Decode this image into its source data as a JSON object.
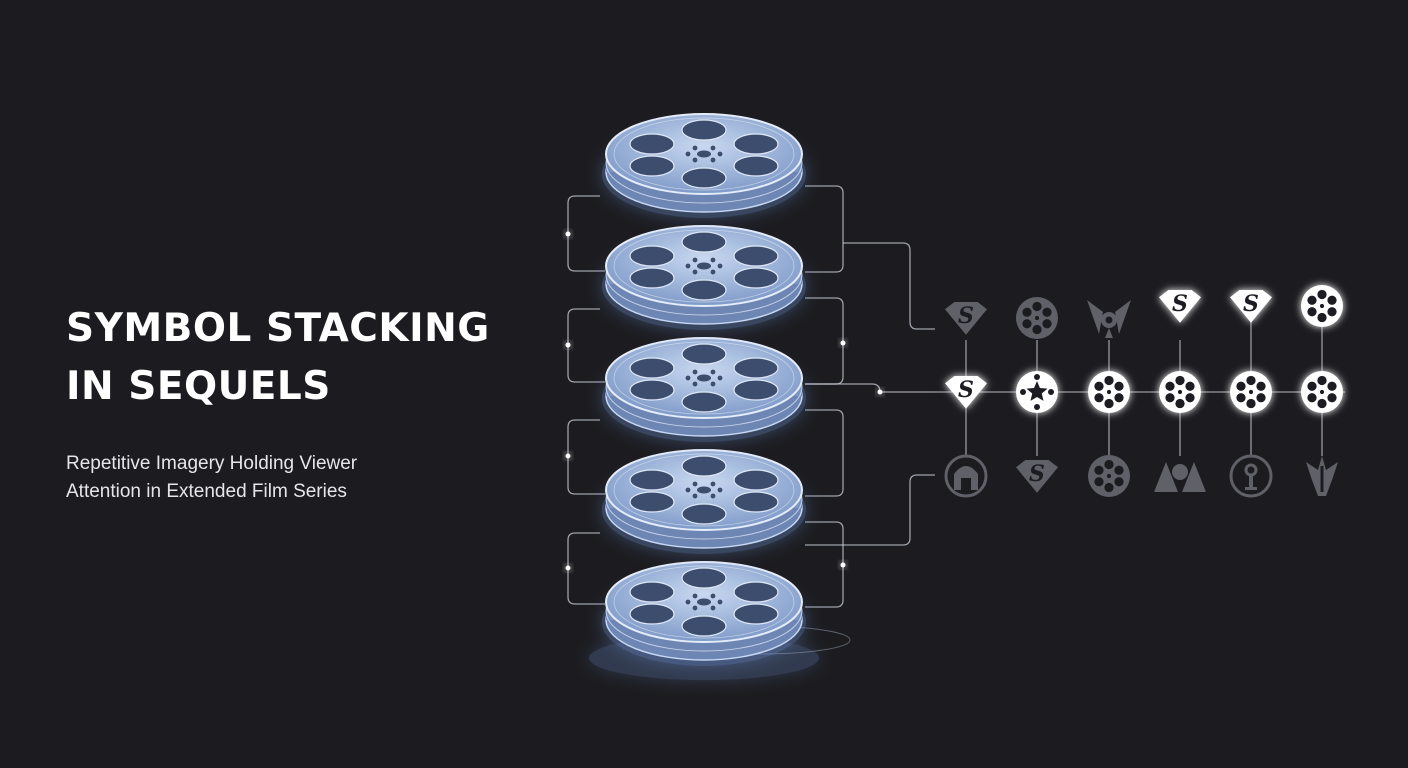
{
  "title": {
    "lines": [
      "SYMBOL STACKING",
      "IN SEQUELS"
    ]
  },
  "subtitle": {
    "lines": [
      "Repetitive Imagery Holding Viewer",
      "Attention in Extended Film Series"
    ]
  },
  "stack": {
    "reel_count": 5
  },
  "symbol_grid": {
    "rows": [
      {
        "name": "top-row",
        "state": "partial",
        "icons": [
          "superman-shield-icon",
          "film-reel-icon",
          "character-crest-icon",
          "superman-shield-icon",
          "superman-shield-icon",
          "film-reel-icon"
        ]
      },
      {
        "name": "middle-row",
        "state": "bright",
        "icons": [
          "superman-shield-icon",
          "star-reel-icon",
          "film-reel-icon",
          "film-reel-icon",
          "film-reel-icon",
          "film-reel-icon"
        ]
      },
      {
        "name": "bottom-row",
        "state": "dim",
        "icons": [
          "helmet-emblem-icon",
          "superman-shield-icon",
          "film-reel-icon",
          "triangle-emblem-icon",
          "keyhole-emblem-icon",
          "leaf-emblem-icon"
        ]
      }
    ]
  },
  "colors": {
    "background": "#1c1c20",
    "reel": "#a9c1e6",
    "glow": "#6f95d8",
    "connector": "#c9ced8",
    "icon_bright": "#ffffff",
    "icon_dim": "#5f6068"
  }
}
